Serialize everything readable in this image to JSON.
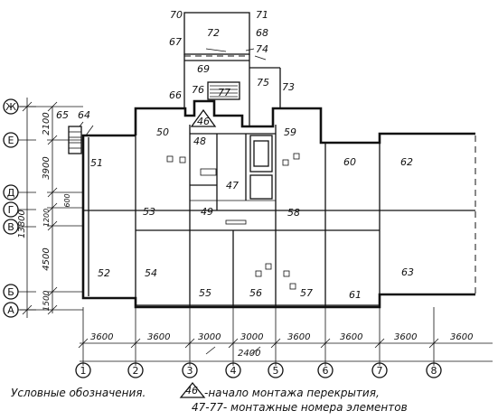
{
  "axes_columns": [
    "1",
    "2",
    "3",
    "4",
    "5",
    "6",
    "7",
    "8"
  ],
  "axes_rows": [
    "Ж",
    "Е",
    "Д",
    "Г",
    "В",
    "Б",
    "А"
  ],
  "left_dimensions": {
    "outer": "13800",
    "segments": [
      "2100",
      "3900",
      "600",
      "1200",
      "4500",
      "1500"
    ]
  },
  "bottom_dimensions": {
    "spans": [
      "3600",
      "3600",
      "3000",
      "3000",
      "3600",
      "3600",
      "3600",
      "3600"
    ],
    "center": "2400"
  },
  "element_numbers": {
    "n46": "46",
    "n47": "47",
    "n48": "48",
    "n49": "49",
    "n50": "50",
    "n51": "51",
    "n52": "52",
    "n53": "53",
    "n54": "54",
    "n55": "55",
    "n56": "56",
    "n57": "57",
    "n58": "58",
    "n59": "59",
    "n60": "60",
    "n61": "61",
    "n62": "62",
    "n63": "63",
    "n64": "64",
    "n65": "65",
    "n66": "66",
    "n67": "67",
    "n68": "68",
    "n69": "69",
    "n70": "70",
    "n71": "71",
    "n72": "72",
    "n73": "73",
    "n74": "74",
    "n75": "75",
    "n76": "76",
    "n77": "77"
  },
  "legend": {
    "title": "Условные обозначения.",
    "start_symbol_number": "46",
    "line1_text": "-начало монтажа перекрытия,",
    "line2_text": "47-77- монтажные номера элементов"
  }
}
